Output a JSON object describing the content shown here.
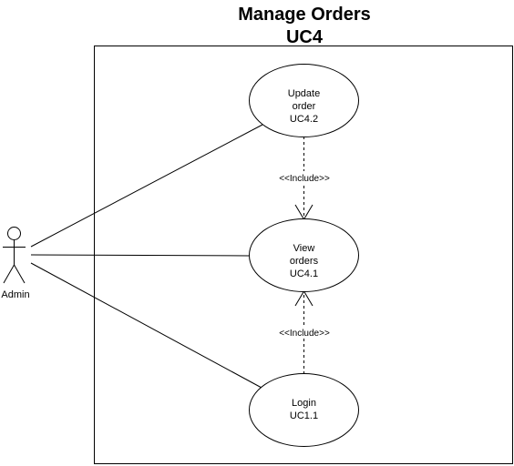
{
  "title": {
    "line1": "Manage Orders",
    "line2": "UC4"
  },
  "actor": {
    "name": "Admin"
  },
  "use_cases": [
    {
      "lines": [
        "Update",
        "order",
        "UC4.2"
      ]
    },
    {
      "lines": [
        "View",
        "orders",
        "UC4.1"
      ]
    },
    {
      "lines": [
        "Login",
        "UC1.1"
      ]
    }
  ],
  "relationships": {
    "include_top": "<<Include>>",
    "include_bottom": "<<Include>>"
  }
}
